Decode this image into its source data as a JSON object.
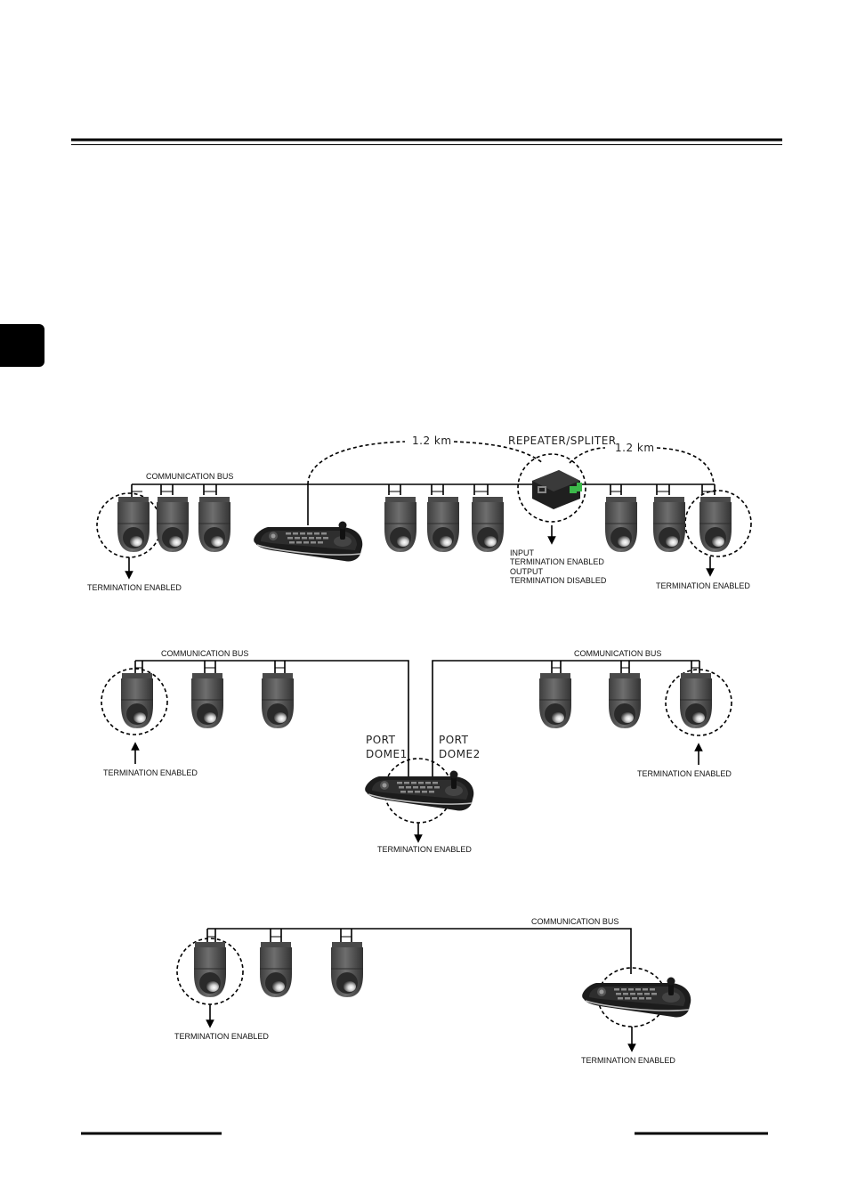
{
  "diagram1": {
    "bus_label": "COMMUNICATION BUS",
    "distance_left": "1.2 km",
    "distance_right": "1.2 km",
    "repeater_label": "REPEATER/SPLITER",
    "repeater_notes": [
      "INPUT",
      "TERMINATION ENABLED",
      "OUTPUT",
      "TERMINATION DISABLED"
    ],
    "term_left": "TERMINATION ENABLED",
    "term_right": "TERMINATION ENABLED"
  },
  "diagram2": {
    "bus_left_label": "COMMUNICATION BUS",
    "bus_right_label": "COMMUNICATION BUS",
    "port1_line1": "PORT",
    "port1_line2": "DOME1",
    "port2_line1": "PORT",
    "port2_line2": "DOME2",
    "term_left": "TERMINATION ENABLED",
    "term_right": "TERMINATION ENABLED",
    "term_keyboard": "TERMINATION ENABLED"
  },
  "diagram3": {
    "bus_label": "COMMUNICATION BUS",
    "term_left": "TERMINATION ENABLED",
    "term_keyboard": "TERMINATION ENABLED"
  },
  "colors": {
    "ink": "#000000",
    "dome_body": "#5a5a5a",
    "keyboard_body": "#1c1c1c",
    "connector": "#3cb84a"
  },
  "icons": {
    "camera": "dome-camera-icon",
    "keyboard": "control-keyboard-icon",
    "repeater": "repeater-box-icon",
    "side_tab": "chapter-tab"
  }
}
